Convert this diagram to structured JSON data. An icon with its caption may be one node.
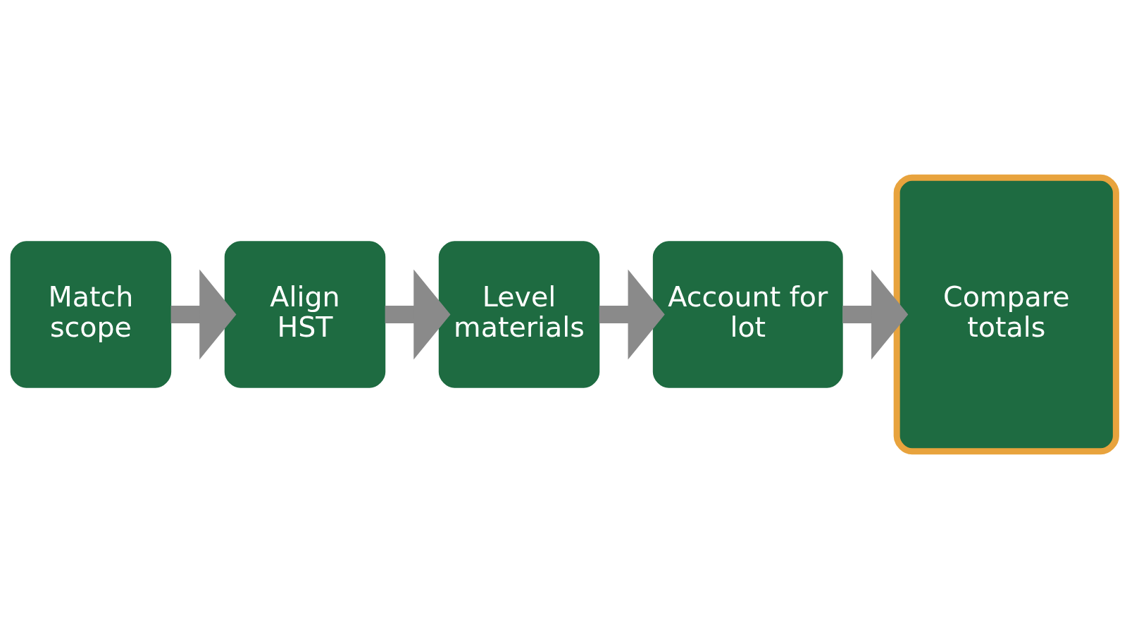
{
  "diagram": {
    "nodes": [
      {
        "text": [
          "Match scope"
        ]
      },
      {
        "text": [
          "Align HST"
        ]
      },
      {
        "text": [
          "Level materials"
        ]
      },
      {
        "text": [
          "Account for lot"
        ]
      },
      {
        "text": [
          "Compare totals"
        ]
      }
    ],
    "edges": [
      {
        "from": 0,
        "to": 1,
        "arrow": "to"
      },
      {
        "from": 1,
        "to": 2,
        "arrow": "to"
      },
      {
        "from": 2,
        "to": 3,
        "arrow": "to"
      },
      {
        "from": 3,
        "to": 4,
        "arrow": "to"
      }
    ]
  }
}
